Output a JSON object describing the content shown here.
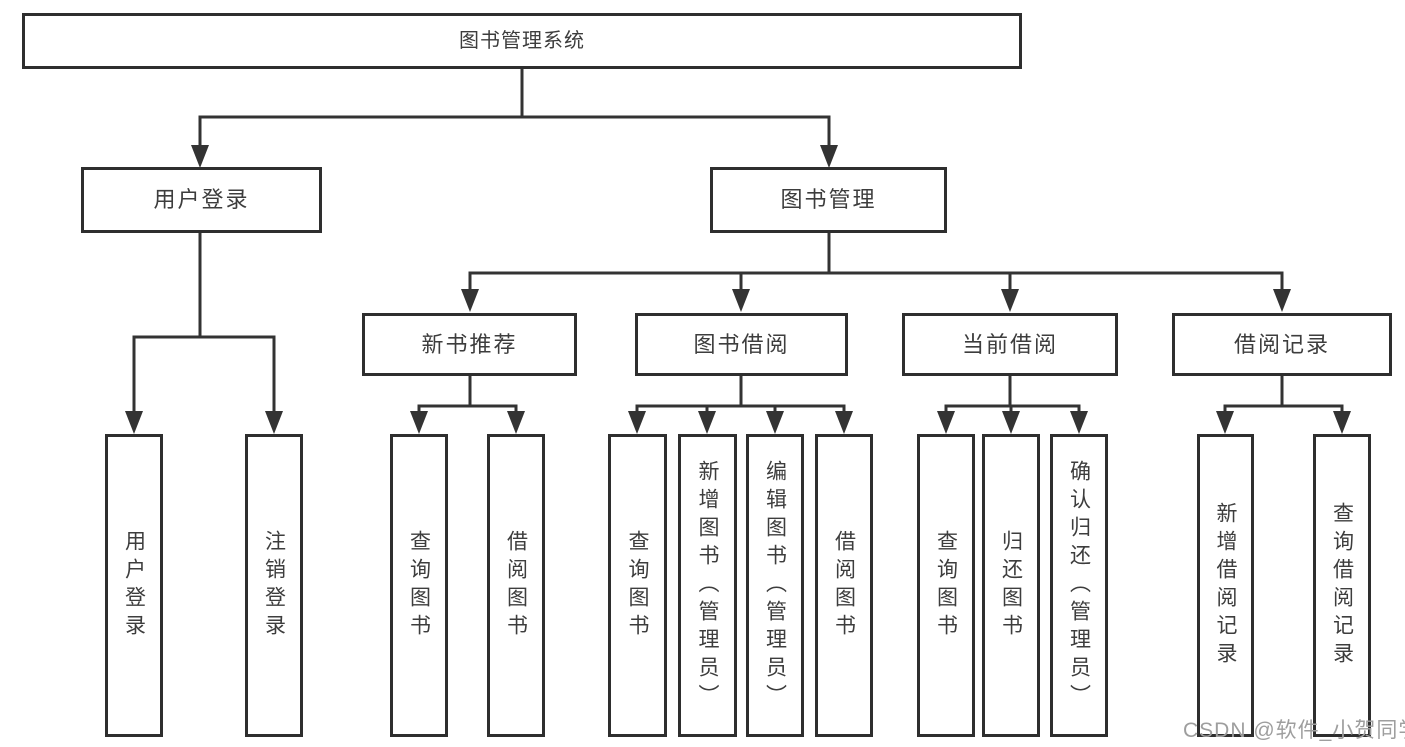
{
  "colors": {
    "line": "#333333",
    "box_border": "#2e2e2e",
    "box_fill": "#ffffff",
    "text": "#3d3d3d",
    "watermark": "#9e9e9e",
    "background": "#ffffff"
  },
  "tree": {
    "root": {
      "label": "图书管理系统"
    },
    "branches": [
      {
        "label": "用户登录",
        "children": [
          {
            "label": "用户登录"
          },
          {
            "label": "注销登录"
          }
        ]
      },
      {
        "label": "图书管理",
        "children": [
          {
            "label": "新书推荐",
            "children": [
              {
                "label": "查询图书"
              },
              {
                "label": "借阅图书"
              }
            ]
          },
          {
            "label": "图书借阅",
            "children": [
              {
                "label": "查询图书"
              },
              {
                "label": "新增图书（管理员）"
              },
              {
                "label": "编辑图书（管理员）"
              },
              {
                "label": "借阅图书"
              }
            ]
          },
          {
            "label": "当前借阅",
            "children": [
              {
                "label": "查询图书"
              },
              {
                "label": "归还图书"
              },
              {
                "label": "确认归还（管理员）"
              }
            ]
          },
          {
            "label": "借阅记录",
            "children": [
              {
                "label": "新增借阅记录"
              },
              {
                "label": "查询借阅记录"
              }
            ]
          }
        ]
      }
    ]
  },
  "watermark": {
    "text": "CSDN @软件_小贺同学"
  }
}
